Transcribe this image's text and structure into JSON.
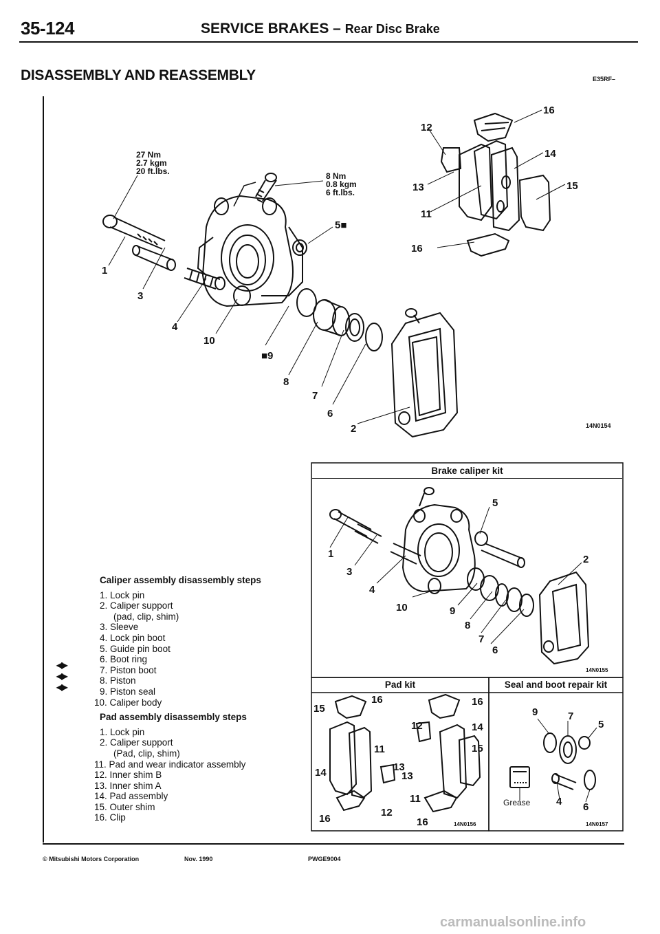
{
  "header": {
    "page_number": "35-124",
    "title": "SERVICE BRAKES –",
    "subtitle": "Rear Disc Brake"
  },
  "section_title": "DISASSEMBLY AND REASSEMBLY",
  "section_code": "E35RF–",
  "main_figure": {
    "torque_1": [
      "27 Nm",
      "2.7 kgm",
      "20 ft.lbs."
    ],
    "torque_2": [
      "8 Nm",
      "0.8 kgm",
      "6 ft.lbs."
    ],
    "part_labels": [
      "1",
      "3",
      "4",
      "10",
      "9",
      "8",
      "7",
      "6",
      "2",
      "5",
      "12",
      "16",
      "14",
      "15",
      "13",
      "11",
      "16"
    ],
    "figure_id": "14N0154"
  },
  "brake_caliper_kit": {
    "title": "Brake caliper kit",
    "part_labels": [
      "1",
      "3",
      "4",
      "10",
      "9",
      "8",
      "7",
      "6",
      "5",
      "2"
    ],
    "figure_id": "14N0155"
  },
  "pad_kit": {
    "title": "Pad kit",
    "part_labels": [
      "15",
      "16",
      "16",
      "12",
      "14",
      "11",
      "15",
      "13",
      "13",
      "14",
      "11",
      "12",
      "16",
      "16"
    ],
    "figure_id": "14N0156"
  },
  "seal_kit": {
    "title": "Seal and boot repair kit",
    "part_labels": [
      "9",
      "7",
      "5",
      "4",
      "6"
    ],
    "grease_label": "Grease",
    "figure_id": "14N0157"
  },
  "caliper_steps": {
    "heading": "Caliper assembly disassembly steps",
    "items": [
      "1. Lock pin",
      "2. Caliper support",
      "(pad, clip, shim)",
      "3. Sleeve",
      "4. Lock pin boot",
      "5. Guide pin boot",
      "6. Boot ring",
      "7. Piston boot",
      "8. Piston",
      "9. Piston seal",
      "10. Caliper body"
    ]
  },
  "pad_steps": {
    "heading": "Pad assembly disassembly steps",
    "items": [
      "1. Lock pin",
      "2. Caliper support",
      "(Pad, clip, shim)",
      "11. Pad and wear indicator assembly",
      "12. Inner shim B",
      "13. Inner shim A",
      "14. Pad assembly",
      "15. Outer shim",
      "16. Clip"
    ]
  },
  "footer": {
    "copyright": "© Mitsubishi Motors Corporation",
    "date": "Nov. 1990",
    "code": "PWGE9004"
  },
  "watermark": "carmanualsonline.info"
}
